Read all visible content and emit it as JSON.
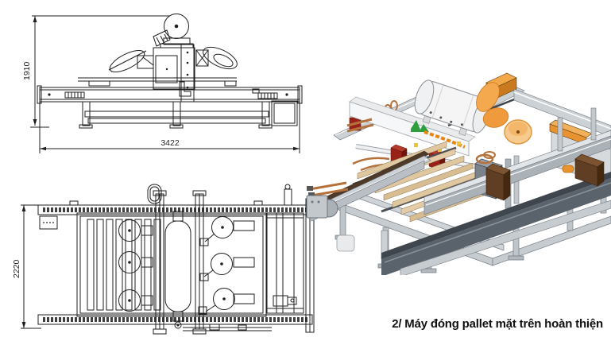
{
  "figure": {
    "caption": "2/ Máy đóng pallet mặt trên hoàn thiện"
  },
  "front_view": {
    "dim_height": "1910",
    "dim_width": "3422"
  },
  "plan_view": {
    "dim_depth": "2220"
  },
  "colors": {
    "line": "#1f1f1f",
    "steel_light": "#ccd1d5",
    "steel_dark": "#5a626b",
    "slate": "#3f464d",
    "orange": "#e8932f",
    "peach": "#f7cb8f",
    "wood": "#dfc7a0",
    "brown_box": "#5f3e24",
    "copper": "#b5713b",
    "red": "#992218",
    "green": "#2f9e3f",
    "tank_white": "#f5f5f5"
  }
}
